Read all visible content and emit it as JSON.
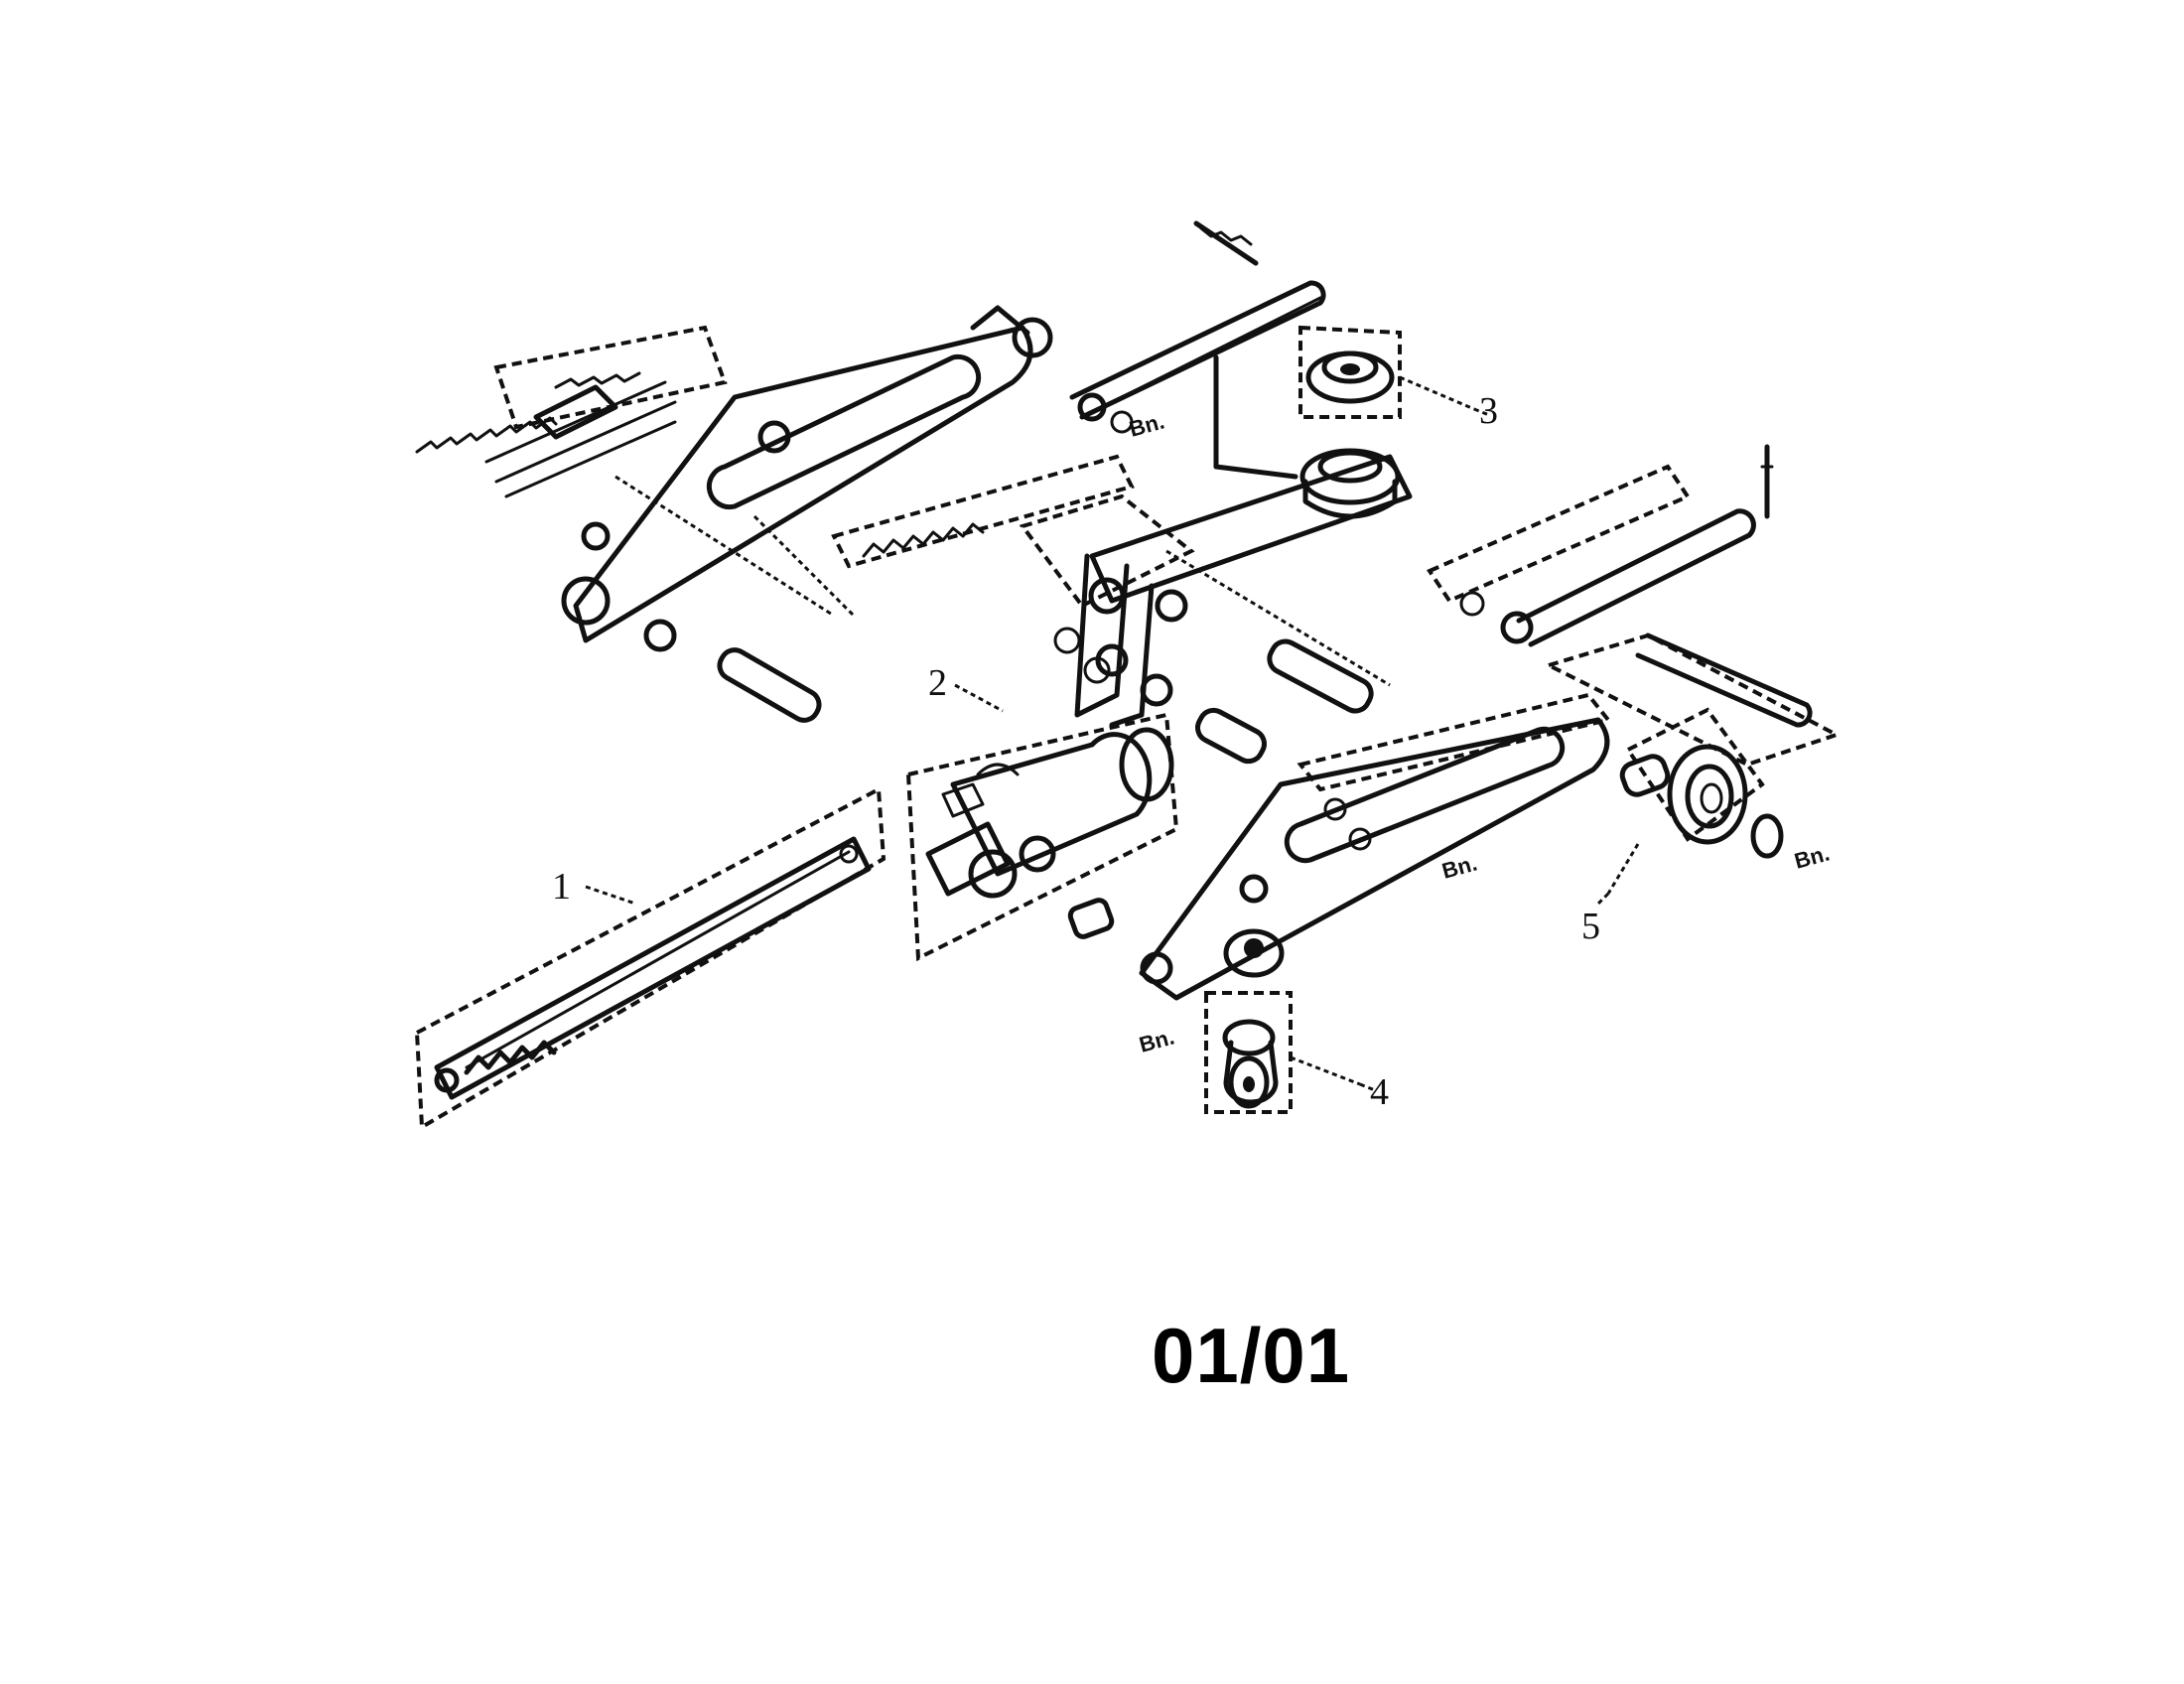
{
  "diagram": {
    "callouts": [
      {
        "id": "1",
        "label": "1"
      },
      {
        "id": "2",
        "label": "2"
      },
      {
        "id": "3",
        "label": "3"
      },
      {
        "id": "4",
        "label": "4"
      },
      {
        "id": "5",
        "label": "5"
      }
    ],
    "hardware_labels": [
      "Bn.",
      "Bn.",
      "Bn.",
      "Bn."
    ]
  },
  "page_number": "01/01",
  "colors": {
    "ink": "#111111",
    "background": "#ffffff"
  }
}
